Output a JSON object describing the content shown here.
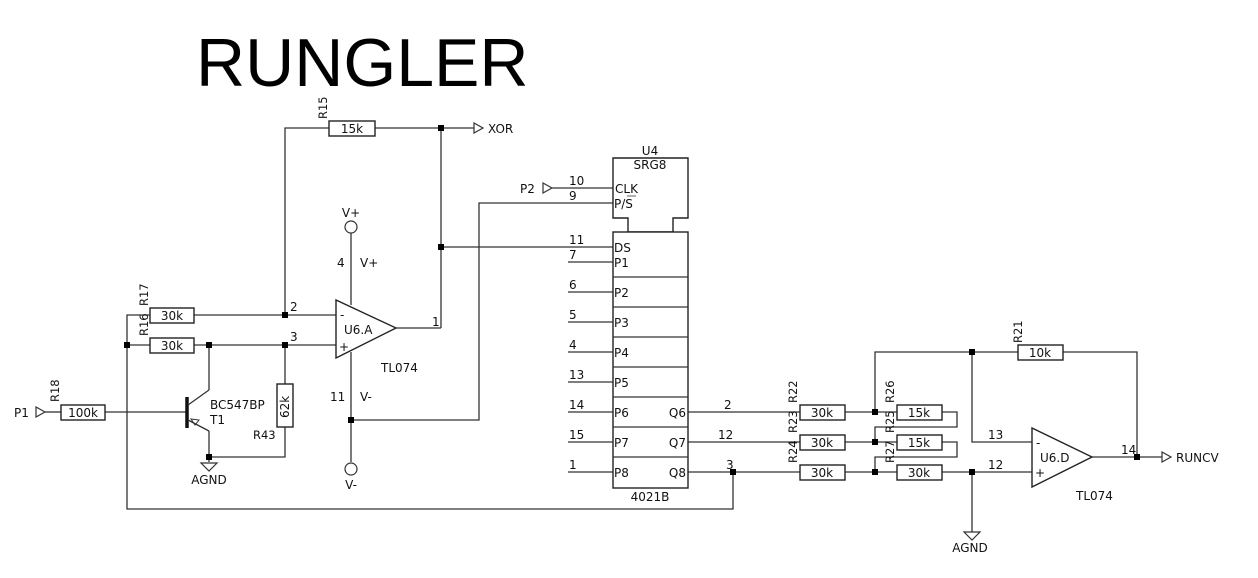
{
  "title": "RUNGLER",
  "resistors": {
    "R15": {
      "ref": "R15",
      "value": "15k"
    },
    "R17": {
      "ref": "R17",
      "value": "30k"
    },
    "R16": {
      "ref": "R16",
      "value": "30k"
    },
    "R18": {
      "ref": "R18",
      "value": "100k"
    },
    "R43": {
      "ref": "R43",
      "value": "62k"
    },
    "R21": {
      "ref": "R21",
      "value": "10k"
    },
    "R22": {
      "ref": "R22",
      "value": "30k"
    },
    "R23": {
      "ref": "R23",
      "value": "30k"
    },
    "R24": {
      "ref": "R24",
      "value": "30k"
    },
    "R26": {
      "ref": "R26",
      "value": "15k"
    },
    "R25": {
      "ref": "R25",
      "value": "15k"
    },
    "R27": {
      "ref": "R27",
      "value": "30k"
    }
  },
  "opamp_a": {
    "ref": "U6.A",
    "part": "TL074",
    "pin_minus": "2",
    "pin_plus": "3",
    "pin_out": "1",
    "pin_vplus": "4",
    "pin_vminus": "11",
    "vplus_label": "V+",
    "vminus_label": "V-",
    "minus_sign": "-",
    "plus_sign": "+"
  },
  "opamp_d": {
    "ref": "U6.D",
    "part": "TL074",
    "pin_minus": "13",
    "pin_plus": "12",
    "pin_out": "14",
    "minus_sign": "-",
    "plus_sign": "+"
  },
  "transistor": {
    "part": "BC547BP",
    "ref": "T1"
  },
  "power": {
    "vplus": "V+",
    "vminus": "V-",
    "agnd": "AGND"
  },
  "ports": {
    "xor": "XOR",
    "p1": "P1",
    "p2": "P2",
    "runcv": "RUNCV"
  },
  "shift_register": {
    "ref": "U4",
    "type": "SRG8",
    "part": "4021B",
    "control_pins": [
      {
        "num": "10",
        "label": "CLK"
      },
      {
        "num": "9",
        "label": "P/S"
      }
    ],
    "data_pins": [
      {
        "num": "11",
        "label": "DS"
      },
      {
        "num": "7",
        "label": "P1"
      },
      {
        "num": "6",
        "label": "P2"
      },
      {
        "num": "5",
        "label": "P3"
      },
      {
        "num": "4",
        "label": "P4"
      },
      {
        "num": "13",
        "label": "P5"
      },
      {
        "num": "14",
        "label": "P6"
      },
      {
        "num": "15",
        "label": "P7"
      },
      {
        "num": "1",
        "label": "P8"
      }
    ],
    "outputs": [
      {
        "num": "2",
        "label": "Q6"
      },
      {
        "num": "12",
        "label": "Q7"
      },
      {
        "num": "3",
        "label": "Q8"
      }
    ]
  }
}
